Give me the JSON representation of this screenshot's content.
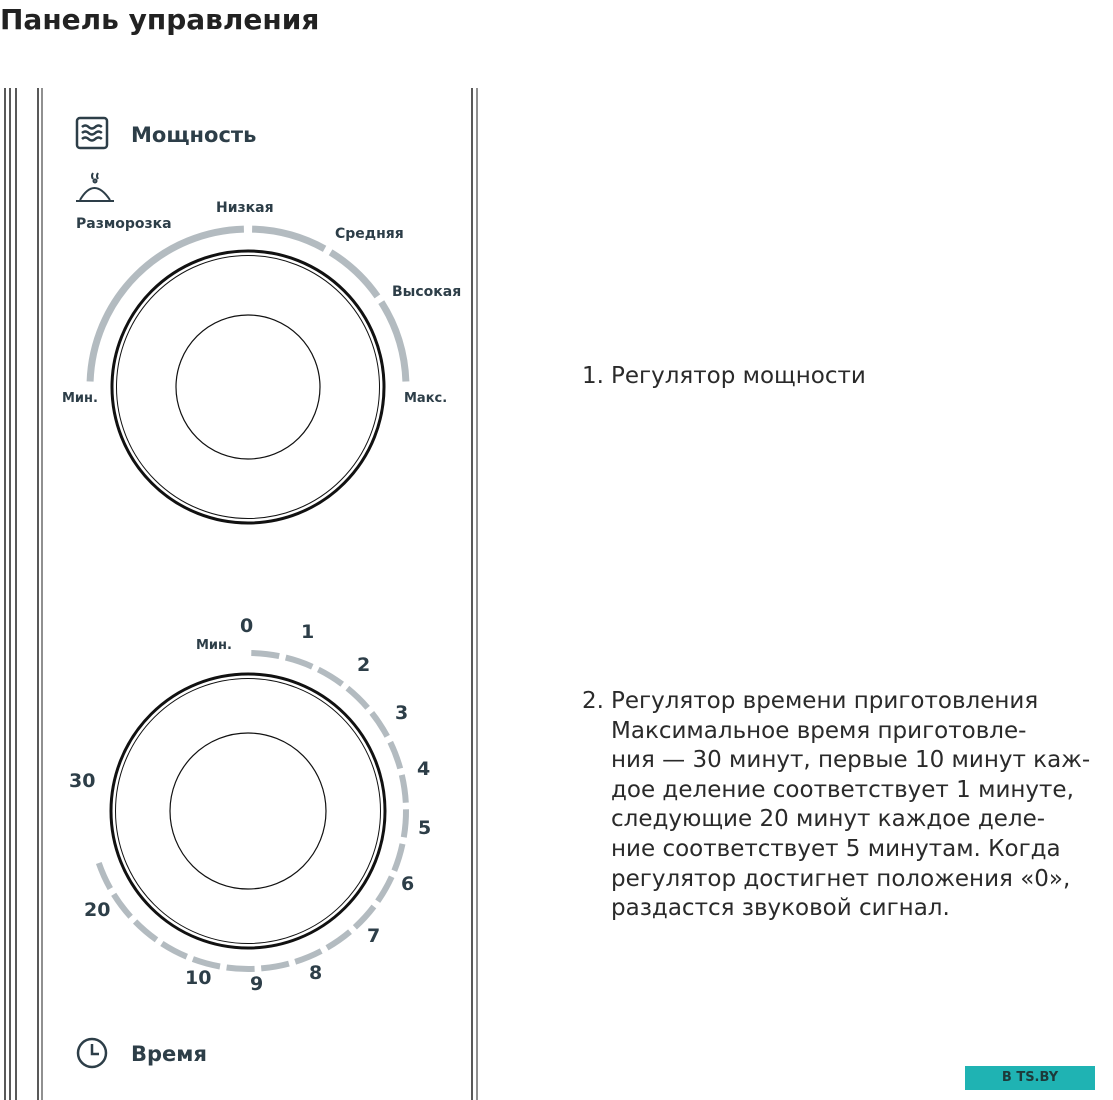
{
  "page": {
    "title": "Панель управления"
  },
  "power": {
    "label": "Мощность",
    "defrost": "Разморозка",
    "levels": [
      {
        "label": "Мин."
      },
      {
        "label": "Низкая"
      },
      {
        "label": "Средняя"
      },
      {
        "label": "Высокая"
      },
      {
        "label": "Макс."
      }
    ]
  },
  "timer": {
    "label": "Время",
    "min": "Мин.",
    "marks": [
      {
        "label": "0"
      },
      {
        "label": "1"
      },
      {
        "label": "2"
      },
      {
        "label": "3"
      },
      {
        "label": "4"
      },
      {
        "label": "5"
      },
      {
        "label": "6"
      },
      {
        "label": "7"
      },
      {
        "label": "8"
      },
      {
        "label": "9"
      },
      {
        "label": "10"
      },
      {
        "label": "20"
      },
      {
        "label": "30"
      }
    ]
  },
  "descriptions": [
    {
      "number": "1.",
      "text": "Регулятор мощности"
    },
    {
      "number": "2.",
      "text": "Регулятор времени приготовления\nМаксимальное время приготовле-\nния — 30 минут, первые 10 минут каж-\nдое деление соответствует 1 минуте,\nследующие 20 минут каждое деле-\nние соответствует 5 минутам. Когда\nрегулятор достигнет положения «0»,\nраздастся звуковой сигнал."
    }
  ],
  "watermark": "B TS.BY",
  "colors": {
    "scale": "#b3bbc0",
    "text": "#2d3e48",
    "watermark": "#1fb3b3"
  }
}
